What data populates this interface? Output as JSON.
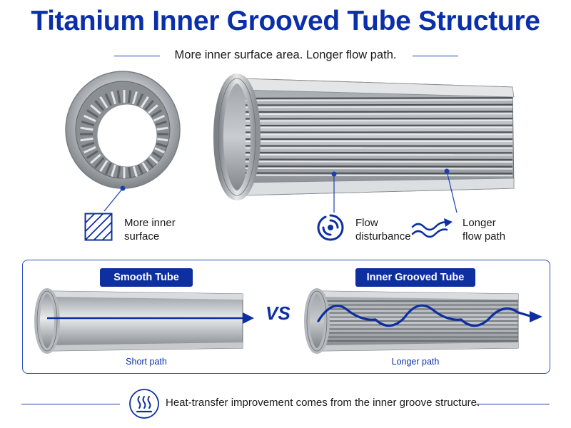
{
  "title": "Titanium Inner Grooved Tube Structure",
  "subtitle": "More inner surface area. Longer flow path.",
  "features": {
    "surface": {
      "line1": "More inner",
      "line2": "surface",
      "icon": "hatched-square-icon"
    },
    "flow": {
      "line1": "Flow",
      "line2": "disturbance",
      "icon": "swirl-icon"
    },
    "path": {
      "line1": "Longer",
      "line2": "flow path",
      "icon": "wavy-arrow-icon"
    }
  },
  "comparison": {
    "left_label": "Smooth Tube",
    "right_label": "Inner Grooved Tube",
    "vs": "VS",
    "left_caption": "Short path",
    "right_caption": "Longer path"
  },
  "footer": {
    "text": "Heat-transfer improvement comes from the inner groove structure.",
    "icon": "heat-waves-icon"
  },
  "colors": {
    "brand_blue": "#0b2fa8",
    "metal_light": "#d9dcdf",
    "metal_dark": "#6e7378"
  }
}
